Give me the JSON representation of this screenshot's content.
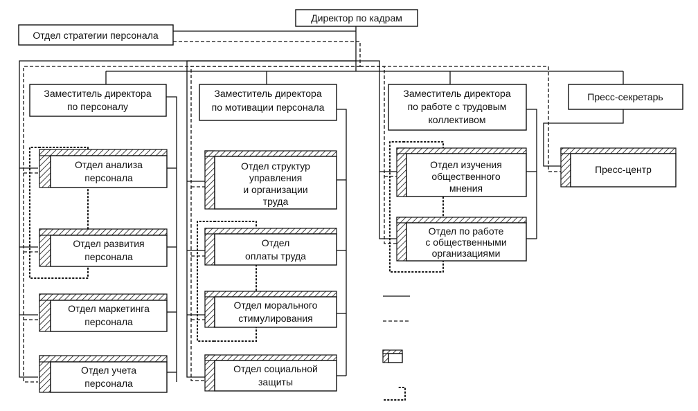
{
  "boxes": {
    "director": "Директор по кадрам",
    "strategy": "Отдел стратегии персонала",
    "deputy_personnel": [
      "Заместитель директора",
      "по персоналу"
    ],
    "deputy_motivation": [
      "Заместитель директора",
      "по мотивации персонала"
    ],
    "deputy_collective": [
      "Заместитель директора",
      "по работе с трудовым",
      "коллективом"
    ],
    "press_secretary": "Пресс-секретарь",
    "analysis": [
      "Отдел анализа",
      "персонала"
    ],
    "development": [
      "Отдел развития",
      "персонала"
    ],
    "marketing": [
      "Отдел маркетинга",
      "персонала"
    ],
    "accounting": [
      "Отдел учета",
      "персонала"
    ],
    "structures": [
      "Отдел структур",
      "управления",
      "и организации",
      "труда"
    ],
    "payment": [
      "Отдел",
      "оплаты труда"
    ],
    "moral": [
      "Отдел морального",
      "стимулирования"
    ],
    "social": [
      "Отдел социальной",
      "защиты"
    ],
    "opinion": [
      "Отдел изучения",
      "общественного",
      "мнения"
    ],
    "public_orgs": [
      "Отдел по работе",
      "с общественными",
      "организациями"
    ],
    "press_center": "Пресс-центр"
  }
}
